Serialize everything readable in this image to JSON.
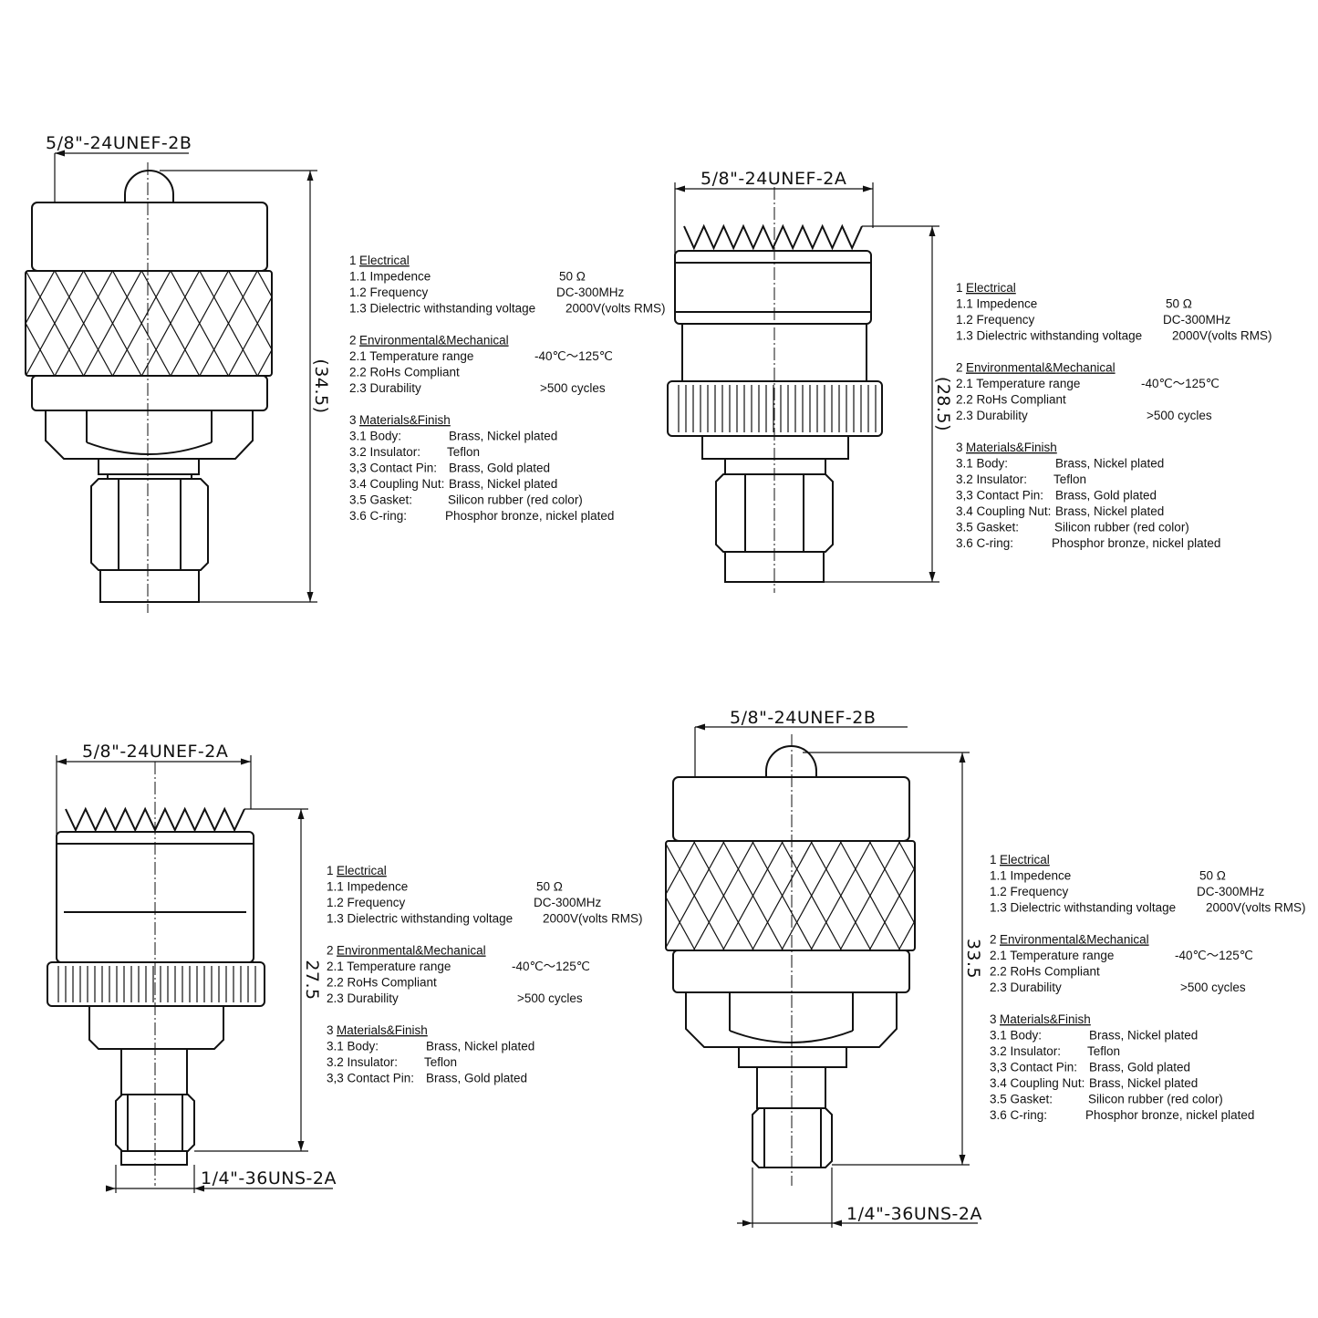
{
  "drawings": [
    {
      "name": "top-left",
      "thread_top": "5/8\"-24UNEF-2B",
      "height_dim": "(34.5)",
      "specs": [
        {
          "num": "1",
          "title": "Electrical",
          "items": [
            [
              "1.1 Impedence",
              "50 Ω"
            ],
            [
              "1.2 Frequency",
              "DC-300MHz"
            ],
            [
              "1.3 Dielectric withstanding voltage",
              "2000V(volts RMS)"
            ]
          ]
        },
        {
          "num": "2",
          "title": "Environmental&Mechanical",
          "items": [
            [
              "2.1 Temperature range",
              "-40℃～125℃"
            ],
            [
              "2.2 RoHs Compliant",
              ""
            ],
            [
              "2.3 Durability",
              ">500 cycles"
            ]
          ]
        },
        {
          "num": "3",
          "title": "Materials&Finish",
          "items": [
            [
              "3.1 Body:",
              "Brass,  Nickel plated"
            ],
            [
              "3.2 Insulator:",
              "Teflon"
            ],
            [
              "3,3 Contact Pin:",
              "Brass, Gold plated"
            ],
            [
              "3.4 Coupling Nut:",
              "Brass, Nickel plated"
            ],
            [
              "3.5 Gasket:",
              "Silicon rubber (red color)"
            ],
            [
              "3.6 C-ring:",
              "Phosphor bronze, nickel plated"
            ]
          ]
        }
      ]
    },
    {
      "name": "top-right",
      "thread_top": "5/8\"-24UNEF-2A",
      "height_dim": "(28.5)",
      "specs": [
        {
          "num": "1",
          "title": "Electrical",
          "items": [
            [
              "1.1 Impedence",
              "50 Ω"
            ],
            [
              "1.2 Frequency",
              "DC-300MHz"
            ],
            [
              "1.3 Dielectric withstanding voltage",
              "2000V(volts RMS)"
            ]
          ]
        },
        {
          "num": "2",
          "title": "Environmental&Mechanical",
          "items": [
            [
              "2.1 Temperature range",
              "-40℃～125℃"
            ],
            [
              "2.2 RoHs Compliant",
              ""
            ],
            [
              "2.3 Durability",
              ">500 cycles"
            ]
          ]
        },
        {
          "num": "3",
          "title": "Materials&Finish",
          "items": [
            [
              "3.1 Body:",
              "Brass,  Nickel plated"
            ],
            [
              "3.2 Insulator:",
              "Teflon"
            ],
            [
              "3,3 Contact Pin:",
              "Brass, Gold plated"
            ],
            [
              "3.4 Coupling Nut:",
              "Brass, Nickel plated"
            ],
            [
              "3.5 Gasket:",
              "Silicon rubber (red color)"
            ],
            [
              "3.6 C-ring:",
              "Phosphor bronze, nickel plated"
            ]
          ]
        }
      ]
    },
    {
      "name": "bottom-left",
      "thread_top": "5/8\"-24UNEF-2A",
      "thread_bottom": "1/4\"-36UNS-2A",
      "height_dim": "27.5",
      "specs": [
        {
          "num": "1",
          "title": "Electrical",
          "items": [
            [
              "1.1 Impedence",
              "50 Ω"
            ],
            [
              "1.2 Frequency",
              "DC-300MHz"
            ],
            [
              "1.3 Dielectric withstanding voltage",
              "2000V(volts RMS)"
            ]
          ]
        },
        {
          "num": "2",
          "title": "Environmental&Mechanical",
          "items": [
            [
              "2.1 Temperature range",
              "-40℃～125℃"
            ],
            [
              "2.2 RoHs Compliant",
              ""
            ],
            [
              "2.3 Durability",
              ">500 cycles"
            ]
          ]
        },
        {
          "num": "3",
          "title": "Materials&Finish",
          "items": [
            [
              "3.1 Body:",
              "Brass,  Nickel plated"
            ],
            [
              "3.2 Insulator:",
              "Teflon"
            ],
            [
              "3,3 Contact Pin:",
              "Brass, Gold plated"
            ]
          ]
        }
      ]
    },
    {
      "name": "bottom-right",
      "thread_top": "5/8\"-24UNEF-2B",
      "thread_bottom": "1/4\"-36UNS-2A",
      "height_dim": "33.5",
      "specs": [
        {
          "num": "1",
          "title": "Electrical",
          "items": [
            [
              "1.1 Impedence",
              "50 Ω"
            ],
            [
              "1.2 Frequency",
              "DC-300MHz"
            ],
            [
              "1.3 Dielectric withstanding voltage",
              "2000V(volts RMS)"
            ]
          ]
        },
        {
          "num": "2",
          "title": "Environmental&Mechanical",
          "items": [
            [
              "2.1 Temperature range",
              "-40℃～125℃"
            ],
            [
              "2.2 RoHs Compliant",
              ""
            ],
            [
              "2.3 Durability",
              ">500 cycles"
            ]
          ]
        },
        {
          "num": "3",
          "title": "Materials&Finish",
          "items": [
            [
              "3.1 Body:",
              "Brass,  Nickel plated"
            ],
            [
              "3.2 Insulator:",
              "Teflon"
            ],
            [
              "3,3 Contact Pin:",
              "Brass, Gold plated"
            ],
            [
              "3.4 Coupling Nut:",
              "Brass, Nickel plated"
            ],
            [
              "3.5 Gasket:",
              "Silicon rubber (red color)"
            ],
            [
              "3.6 C-ring:",
              "Phosphor bronze, nickel plated"
            ]
          ]
        }
      ]
    }
  ]
}
